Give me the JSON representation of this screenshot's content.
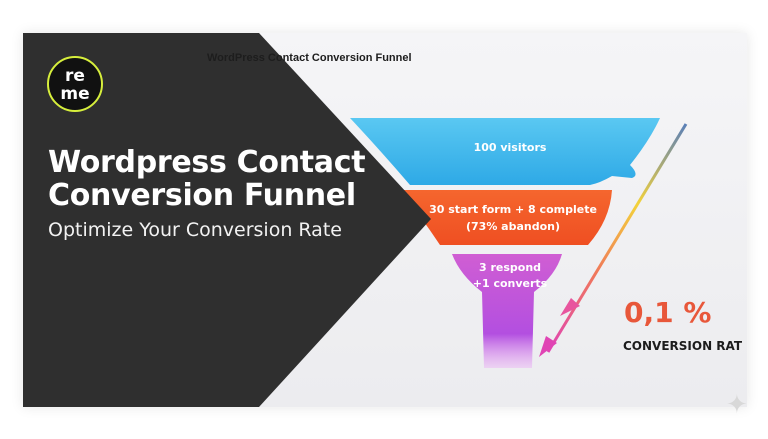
{
  "logo": {
    "line1": "re",
    "line1_icon": "search-icon",
    "line2": "me"
  },
  "hero": {
    "title": "Wordpress Contact Conversion Funnel",
    "subtitle": "Optimize Your Conversion Rate"
  },
  "infographic": {
    "title": "WordPress Contact Conversion Funnel",
    "stages": [
      {
        "line1": "100 visitors",
        "line2": "",
        "color": "#3fb6ea"
      },
      {
        "line1": "30 start form + 8 complete",
        "line2": "(73% abandon)",
        "color": "#f2582a"
      },
      {
        "line1": "3 respond",
        "line2": "+1 converts",
        "color": "#b65bd6"
      }
    ],
    "rate_value": "0,1 %",
    "rate_caption": "CONVERSION RAT",
    "rate_color": "#e8573a",
    "arrow_icon": "gradient-arrow-icon"
  },
  "colors": {
    "panel_dark": "#2f2f2f",
    "accent_ring": "#d7ef3c",
    "sparkle": "#d8d8d8"
  }
}
